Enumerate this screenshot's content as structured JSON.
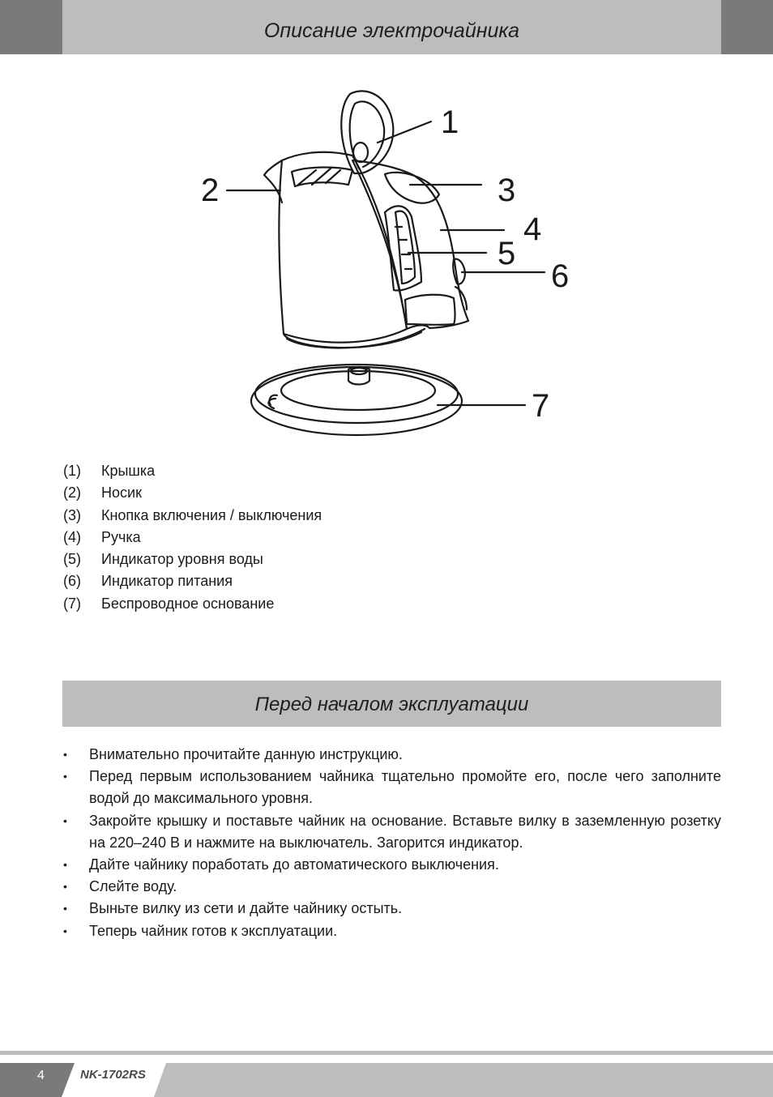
{
  "header": {
    "title": "Описание электрочайника"
  },
  "diagram": {
    "callouts": [
      "1",
      "2",
      "3",
      "4",
      "5",
      "6",
      "7"
    ]
  },
  "parts": [
    {
      "num": "(1)",
      "label": "Крышка"
    },
    {
      "num": "(2)",
      "label": "Носик"
    },
    {
      "num": "(3)",
      "label": "Кнопка включения / выключения"
    },
    {
      "num": "(4)",
      "label": "Ручка"
    },
    {
      "num": "(5)",
      "label": "Индикатор уровня воды"
    },
    {
      "num": "(6)",
      "label": "Индикатор питания"
    },
    {
      "num": "(7)",
      "label": "Беспроводное основание"
    }
  ],
  "section": {
    "title": "Перед началом эксплуатации",
    "bullet": "•",
    "steps": [
      "Внимательно прочитайте данную инструкцию.",
      "Перед первым использованием чайника тщательно промойте его, после чего заполните водой до максимального уровня.",
      "Закройте крышку и поставьте чайник на основание. Вставьте вилку в заземленную розетку на 220–240 В и нажмите на выключатель. Загорится индикатор.",
      "Дайте чайнику поработать до автоматического выключения.",
      "Слейте воду.",
      "Выньте вилку из сети и дайте чайнику остыть.",
      "Теперь чайник готов к эксплуатации."
    ]
  },
  "footer": {
    "page_number": "4",
    "model": "NK-1702RS"
  }
}
